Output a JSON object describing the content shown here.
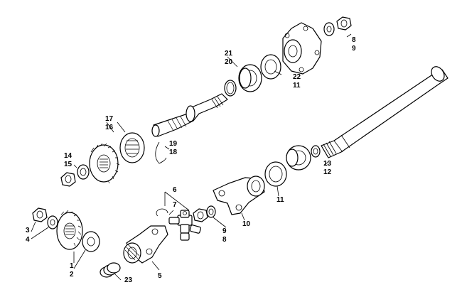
{
  "callouts": {
    "c1": "1",
    "c2": "2",
    "c3": "3",
    "c4": "4",
    "c5": "5",
    "c6": "6",
    "c7": "7",
    "c8a": "8",
    "c9a": "9",
    "c8b": "8",
    "c9b": "9",
    "c10": "10",
    "c11a": "11",
    "c11b": "11",
    "c12": "12",
    "c13": "13",
    "c14": "14",
    "c15": "15",
    "c16": "16",
    "c17": "17",
    "c18": "18",
    "c19": "19",
    "c20": "20",
    "c21": "21",
    "c22": "22",
    "c23": "23"
  }
}
